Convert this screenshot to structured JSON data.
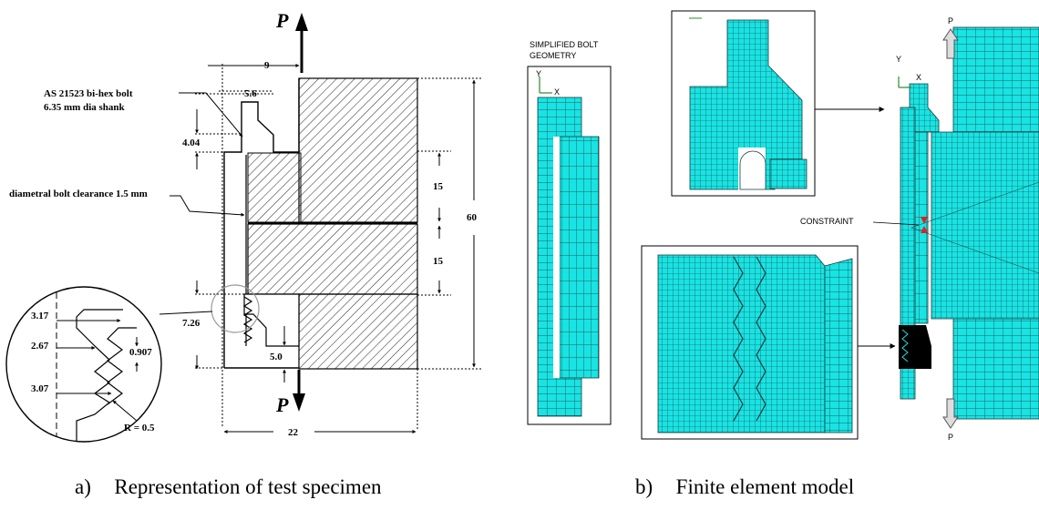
{
  "panel_a": {
    "caption_letter": "a)",
    "caption": "Representation of test specimen",
    "load_top": "P",
    "load_bottom": "P",
    "bolt_label_line1": "AS 21523 bi-hex bolt",
    "bolt_label_line2": "6.35 mm dia shank",
    "clearance_label": "diametral bolt clearance 1.5 mm",
    "dims": {
      "d9": "9",
      "d5_6": "5.6",
      "d4_04": "4.04",
      "d15_top": "15",
      "d15_bottom": "15",
      "d60": "60",
      "d7_26": "7.26",
      "d5_0": "5.0",
      "d22": "22"
    },
    "detail": {
      "d3_17": "3.17",
      "d2_67": "2.67",
      "d0_907": "0.907",
      "d3_07": "3.07",
      "radius": "R = 0.5"
    }
  },
  "panel_b": {
    "caption_letter": "b)",
    "caption": "Finite element model",
    "simplified_line1": "SIMPLIFIED BOLT",
    "simplified_line2": "GEOMETRY",
    "constraint": "CONSTRAINT",
    "load_top": "P",
    "load_bottom": "P",
    "axis_y": "Y",
    "axis_x": "X"
  },
  "colors": {
    "mesh_fill": "#19e3e3",
    "mesh_line": "#1a3a3a",
    "constraint": "#e02020"
  }
}
